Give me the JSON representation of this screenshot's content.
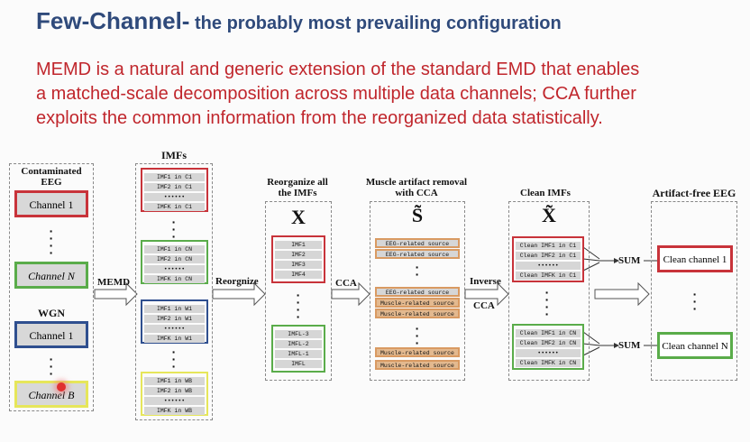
{
  "header": {
    "title_main": "Few-Channel-",
    "title_sub": " the probably most prevailing configuration",
    "description_lines": [
      "MEMD is a natural and generic extension of the standard EMD that enables",
      "a matched-scale decomposition across multiple data channels;  CCA further",
      "exploits the common information from the reorganized data statistically."
    ]
  },
  "diagram": {
    "contaminated_eeg_label": "Contaminated EEG",
    "channel_1": "Channel 1",
    "channel_n": "Channel N",
    "wgn_label": "WGN",
    "wgn_channel_1": "Channel 1",
    "channel_b": "Channel B",
    "memd_label": "MEMD",
    "imfs_label": "IMFs",
    "imf_groups": [
      [
        "IMF1 in C1",
        "IMF2 in C1",
        "••••••",
        "IMFK in C1"
      ],
      [
        "IMF1 in CN",
        "IMF2 in CN",
        "••••••",
        "IMFK in CN"
      ],
      [
        "IMF1 in W1",
        "IMF2 in W1",
        "••••••",
        "IMFK in W1"
      ],
      [
        "IMF1 in WB",
        "IMF2 in WB",
        "••••••",
        "IMFK in WB"
      ]
    ],
    "reorganize_arrow_label": "Reorgnize",
    "reorganize_title": "Reorganize all the IMFs",
    "x_symbol": "X",
    "x_top_rows": [
      "IMF1",
      "IMF2",
      "IMF3",
      "IMF4"
    ],
    "x_bottom_rows": [
      "IMFL-3",
      "IMFL-2",
      "IMFL-1",
      "IMFL"
    ],
    "cca_label": "CCA",
    "muscle_title": "Muscle artifact removal with CCA",
    "s_symbol": "S̃",
    "s_top_rows": [
      "EEG-related source",
      "EEG-related source"
    ],
    "s_mid_rows": [
      "EEG-related source",
      "Muscle-related source",
      "Muscle-related source"
    ],
    "s_bottom_rows": [
      "Muscle-related source",
      "Muscle-related source"
    ],
    "inverse_label": "Inverse",
    "inverse_cca_label": "CCA",
    "clean_imfs_title": "Clean IMFs",
    "x_tilde_symbol": "X̃",
    "clean_top_rows": [
      "Clean IMF1 in C1",
      "Clean IMF2 in C1",
      "••••••",
      "Clean IMFK in C1"
    ],
    "clean_bottom_rows": [
      "Clean IMF1 in CN",
      "Clean IMF2 in CN",
      "••••••",
      "Clean IMFK in CN"
    ],
    "sum_label_1": "SUM",
    "sum_label_2": "SUM",
    "artifact_free_title": "Artifact-free EEG",
    "clean_channel_1": "Clean channel 1",
    "clean_channel_n": "Clean channel N"
  },
  "colors": {
    "title_blue": "#2f4a7b",
    "text_red": "#c0262c",
    "red_box": "#c8333a",
    "green_box": "#5aac4a",
    "blue_box": "#2f4f8f",
    "yellow_box": "#e6e65a",
    "orange_box": "#d99a62"
  }
}
